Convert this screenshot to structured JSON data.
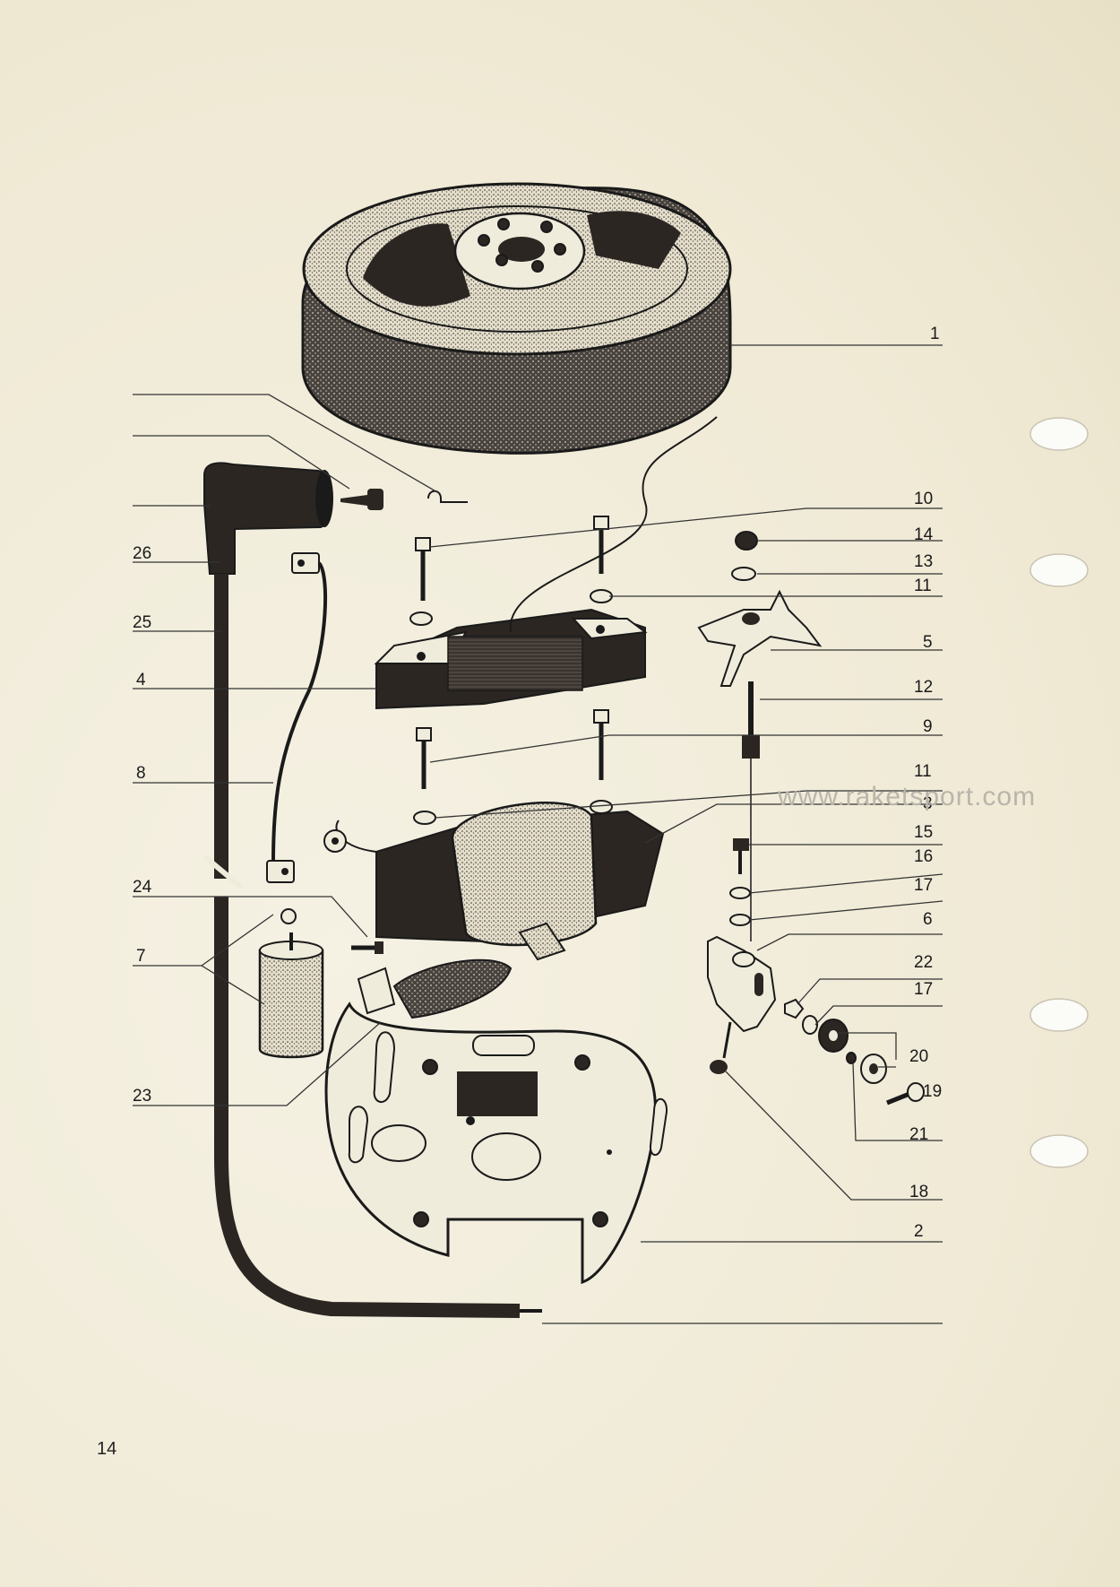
{
  "page_number": "14",
  "watermark": "www.raketsport.com",
  "labels": [
    {
      "id": "1",
      "text": "1"
    },
    {
      "id": "10",
      "text": "10"
    },
    {
      "id": "14",
      "text": "14"
    },
    {
      "id": "13",
      "text": "13"
    },
    {
      "id": "11a",
      "text": "11"
    },
    {
      "id": "5",
      "text": "5"
    },
    {
      "id": "12",
      "text": "12"
    },
    {
      "id": "9",
      "text": "9"
    },
    {
      "id": "11b",
      "text": "11"
    },
    {
      "id": "3",
      "text": "3"
    },
    {
      "id": "15",
      "text": "15"
    },
    {
      "id": "16",
      "text": "16"
    },
    {
      "id": "17a",
      "text": "17"
    },
    {
      "id": "6",
      "text": "6"
    },
    {
      "id": "22",
      "text": "22"
    },
    {
      "id": "17b",
      "text": "17"
    },
    {
      "id": "20",
      "text": "20"
    },
    {
      "id": "19",
      "text": "19"
    },
    {
      "id": "21",
      "text": "21"
    },
    {
      "id": "18",
      "text": "18"
    },
    {
      "id": "2",
      "text": "2"
    },
    {
      "id": "26",
      "text": "26"
    },
    {
      "id": "25",
      "text": "25"
    },
    {
      "id": "4",
      "text": "4"
    },
    {
      "id": "8",
      "text": "8"
    },
    {
      "id": "24",
      "text": "24"
    },
    {
      "id": "7",
      "text": "7"
    },
    {
      "id": "23",
      "text": "23"
    }
  ]
}
